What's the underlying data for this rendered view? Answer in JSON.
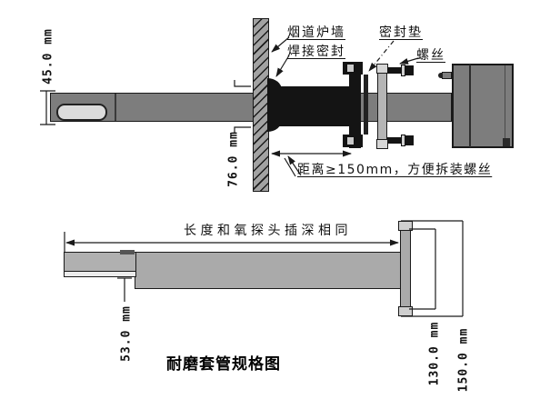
{
  "top": {
    "dim_probe_od": "45.0 mm",
    "dim_wall_sleeve": "76.0 mm",
    "labels": {
      "flue_wall": "烟道炉墙",
      "weld_seal": "焊接密封",
      "gasket": "密封垫",
      "screws": "螺丝"
    },
    "distance_note": "距离≥150mm，方便拆装螺丝"
  },
  "bottom": {
    "length_note": "长度和氧探头插深相同",
    "dim_step": "53.0 mm",
    "dim_flange_inner": "130.0 mm",
    "dim_flange_outer": "150.0 mm",
    "title": "耐磨套管规格图"
  },
  "colors": {
    "pipe": "#7d7d7d",
    "sleeve": "#141414",
    "wall": "#a2a2a2",
    "flange": "#b5b5b5",
    "cap": "#d6d6d6",
    "slot": "#dcdcdc",
    "bottom_tube": "#aaaaaa",
    "step": "#ececec",
    "line": "#1a1a1a"
  }
}
